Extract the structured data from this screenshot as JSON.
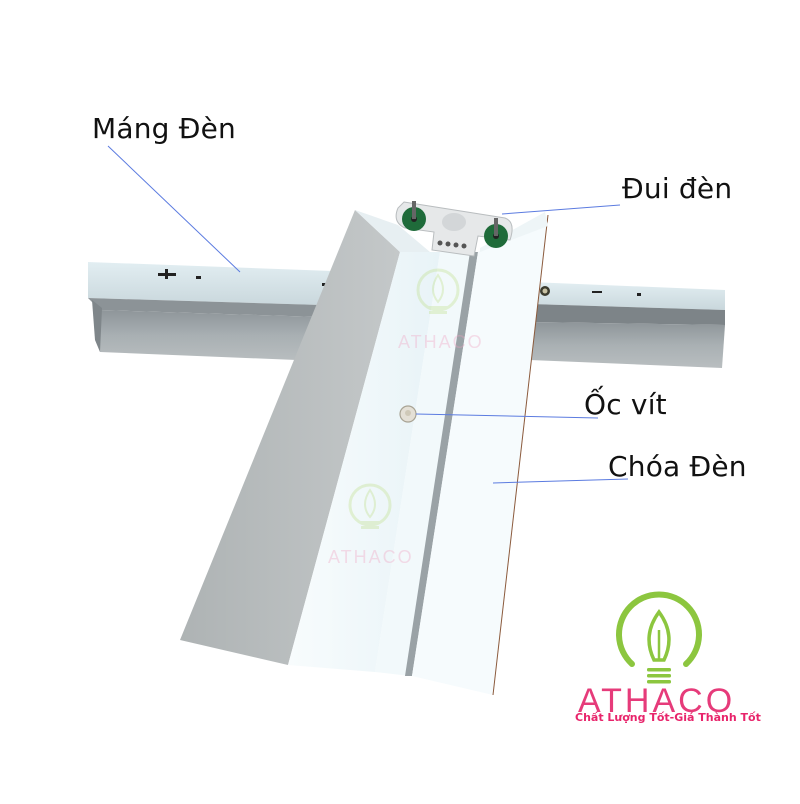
{
  "labels": {
    "mang_den": "Máng Đèn",
    "dui_den": "Đui đèn",
    "oc_vit": "Ốc vít",
    "choa_den": "Chóa Đèn"
  },
  "brand": {
    "name": "ATHACO",
    "slogan": "Chất Lượng Tốt-Giá Thành Tốt",
    "colors": {
      "bulb_green": "#8cc63f",
      "text_pink": "#e63b7a"
    }
  },
  "watermarks": [
    {
      "text": "ATHACO"
    },
    {
      "text": "ATHACO"
    }
  ],
  "colors": {
    "leader_line": "#5b7be0",
    "rail_top": "#d4e4ea",
    "rail_side": "#9aa3a8",
    "reflector_white": "#f4fafc",
    "reflector_grey": "#b7bcbd",
    "socket_green": "#1f6b3a"
  }
}
